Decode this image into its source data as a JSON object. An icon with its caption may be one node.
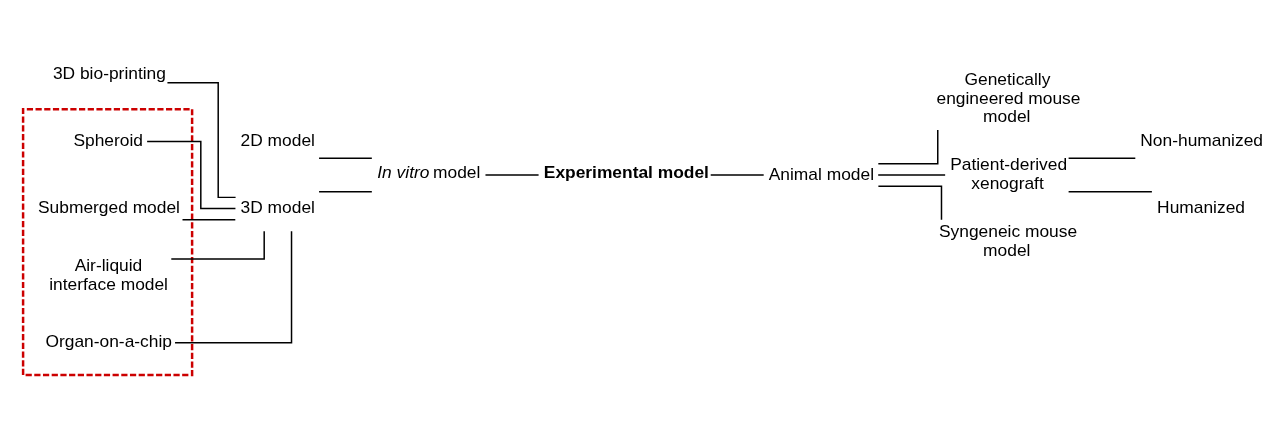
{
  "diagram": {
    "nodes": [
      {
        "text": [
          "Experimental model"
        ]
      },
      {
        "text": [
          "2D model"
        ]
      },
      {
        "text": [
          "3D bio-printing"
        ]
      },
      {
        "text": [],
        "shape": "box"
      },
      {
        "text": [
          "Spheroid"
        ],
        "in": 3
      },
      {
        "text": [
          "Submerged model"
        ],
        "in": 3
      },
      {
        "text": [
          "Air-liquid interface model"
        ],
        "in": 3
      },
      {
        "text": [
          "Organ-on-a-chip"
        ],
        "in": 3
      },
      {
        "text": [
          "3D model"
        ]
      },
      {
        "text": [
          "*In vitro* model"
        ]
      },
      {
        "text": [
          "Animal model"
        ]
      },
      {
        "text": [
          "Genetically engineered mouse model"
        ]
      },
      {
        "text": [
          "Patient-derived xenograft"
        ]
      },
      {
        "text": [
          "Non-humanized"
        ]
      },
      {
        "text": [
          "Humanized"
        ]
      },
      {
        "text": [
          "Syngeneic mouse model"
        ]
      }
    ],
    "edges": [
      {
        "from": 2,
        "to": 8,
        "arrow": "none"
      },
      {
        "from": 4,
        "to": 8,
        "arrow": "none"
      },
      {
        "from": 5,
        "to": 8,
        "arrow": "none"
      },
      {
        "from": 6,
        "to": 8,
        "arrow": "none"
      },
      {
        "from": 7,
        "to": 8,
        "arrow": "none"
      },
      {
        "from": 1,
        "to": 9,
        "arrow": "none"
      },
      {
        "from": 8,
        "to": 9,
        "arrow": "none"
      },
      {
        "from": 9,
        "to": 0,
        "arrow": "none"
      },
      {
        "from": 0,
        "to": 10,
        "arrow": "none"
      },
      {
        "from": 10,
        "to": 11,
        "arrow": "none"
      },
      {
        "from": 10,
        "to": 12,
        "arrow": "none"
      },
      {
        "from": 10,
        "to": 15,
        "arrow": "none"
      },
      {
        "from": 12,
        "to": 13,
        "arrow": "none"
      },
      {
        "from": 12,
        "to": 14,
        "arrow": "none"
      }
    ]
  }
}
